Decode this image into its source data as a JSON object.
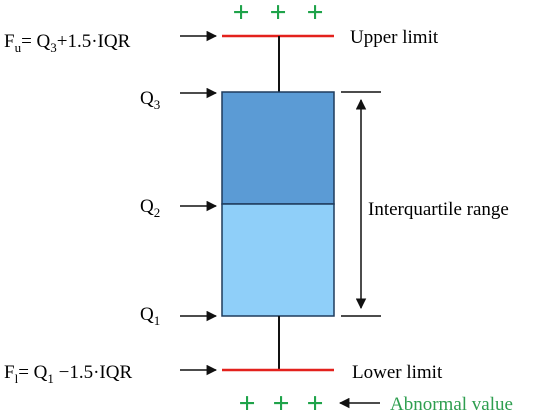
{
  "formulas": {
    "upper": {
      "lead": "F",
      "lead_sub": "u",
      "eq": "= Q",
      "q_sub": "3",
      "tail": "+1.5·IQR"
    },
    "lower": {
      "lead": "F",
      "lead_sub": "l",
      "eq": "= Q",
      "q_sub": "1",
      "tail": " −1.5·IQR"
    }
  },
  "quartiles": [
    {
      "main": "Q",
      "sub": "3"
    },
    {
      "main": "Q",
      "sub": "2"
    },
    {
      "main": "Q",
      "sub": "1"
    }
  ],
  "labels": {
    "upper_limit": "Upper limit",
    "lower_limit": "Lower limit",
    "iqr": "Interquartile range",
    "abnormal": "Abnormal value"
  },
  "outlier_glyph": "+",
  "colors": {
    "box_upper": "#5b9bd5",
    "box_lower": "#8fcff9",
    "box_border": "#1f3b5c",
    "limit_line": "#e3211c",
    "outlier": "#1fa34a",
    "abnormal_text": "#2e9e4f",
    "text": "#111111"
  }
}
